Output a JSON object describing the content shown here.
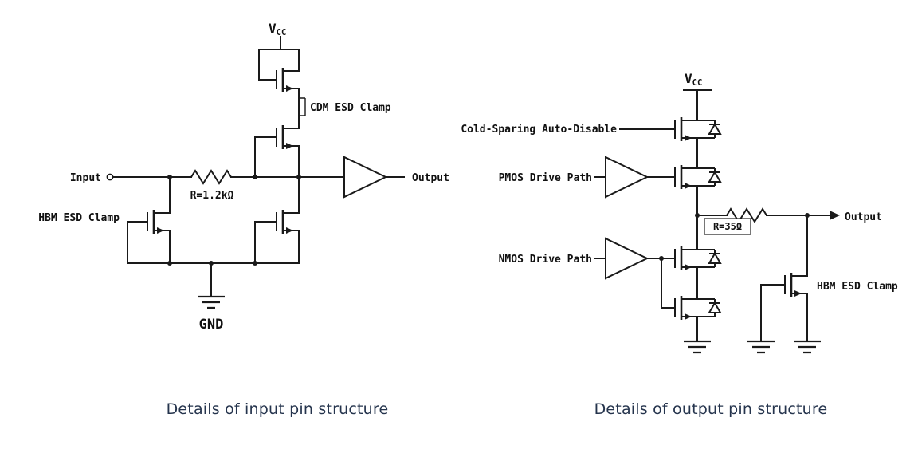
{
  "colors": {
    "line": "#1a1a1a",
    "caption_text": "#25344d",
    "background": "#ffffff"
  },
  "left_circuit": {
    "vcc": {
      "main": "V",
      "sub": "CC"
    },
    "cdm_clamp_label": "CDM ESD Clamp",
    "input_label": "Input",
    "resistor_label": "R=1.2kΩ",
    "hbm_clamp_label": "HBM ESD Clamp",
    "output_label": "Output",
    "gnd_label": "GND",
    "caption": "Details of input pin structure"
  },
  "right_circuit": {
    "vcc": {
      "main": "V",
      "sub": "CC"
    },
    "cold_sparing_label": "Cold-Sparing Auto-Disable",
    "pmos_drive_label": "PMOS Drive Path",
    "nmos_drive_label": "NMOS Drive Path",
    "resistor_label": "R=35Ω",
    "output_label": "Output",
    "hbm_clamp_label": "HBM ESD Clamp",
    "caption": "Details of output pin structure"
  }
}
